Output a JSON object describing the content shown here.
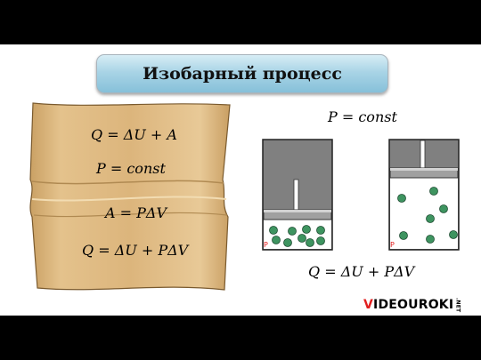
{
  "title": "Изобарный процесс",
  "scroll_formulas": [
    "Q = ΔU + A",
    "P = const",
    "A = PΔV",
    "Q = ΔU + PΔV"
  ],
  "right_top_formula": "P = const",
  "right_bottom_formula": "Q = ΔU + PΔV",
  "cylinder_label": "P",
  "logo": {
    "v": "V",
    "rest": "IDEOUROKI",
    "net": ".NET"
  },
  "colors": {
    "title_bg": "#9fd0e4",
    "scroll": "#ddb97f",
    "cylinder": "#808080",
    "piston": "#9a9a9a",
    "ball": "#3e9460",
    "label": "#e22020"
  },
  "icons": [
    "ball-icon"
  ]
}
